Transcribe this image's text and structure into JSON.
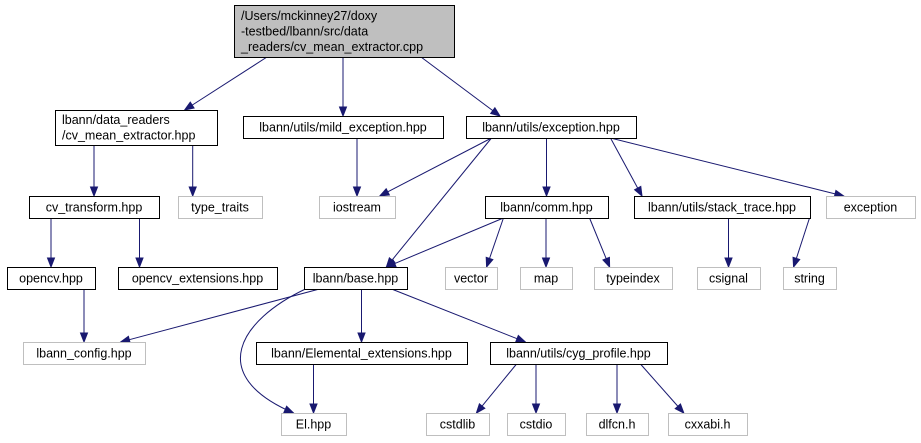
{
  "diagram": {
    "nodes": [
      {
        "id": "root",
        "kind": "root",
        "lines": [
          "/Users/mckinney27/doxy",
          "-testbed/lbann/src/data",
          "_readers/cv_mean_extractor.cpp"
        ]
      },
      {
        "id": "cvme_hpp",
        "kind": "local",
        "lines": [
          "lbann/data_readers",
          "/cv_mean_extractor.hpp"
        ]
      },
      {
        "id": "mild_exc",
        "kind": "local",
        "lines": [
          "lbann/utils/mild_exception.hpp"
        ]
      },
      {
        "id": "exc_hpp",
        "kind": "local",
        "lines": [
          "lbann/utils/exception.hpp"
        ]
      },
      {
        "id": "cv_transform",
        "kind": "local",
        "lines": [
          "cv_transform.hpp"
        ]
      },
      {
        "id": "type_traits",
        "kind": "ext",
        "lines": [
          "type_traits"
        ]
      },
      {
        "id": "iostream",
        "kind": "ext",
        "lines": [
          "iostream"
        ]
      },
      {
        "id": "comm_hpp",
        "kind": "local",
        "lines": [
          "lbann/comm.hpp"
        ]
      },
      {
        "id": "stack_trace",
        "kind": "local",
        "lines": [
          "lbann/utils/stack_trace.hpp"
        ]
      },
      {
        "id": "exception",
        "kind": "ext",
        "lines": [
          "exception"
        ]
      },
      {
        "id": "opencv",
        "kind": "local",
        "lines": [
          "opencv.hpp"
        ]
      },
      {
        "id": "opencv_ext",
        "kind": "local",
        "lines": [
          "opencv_extensions.hpp"
        ]
      },
      {
        "id": "base_hpp",
        "kind": "local",
        "lines": [
          "lbann/base.hpp"
        ]
      },
      {
        "id": "vector",
        "kind": "ext",
        "lines": [
          "vector"
        ]
      },
      {
        "id": "map",
        "kind": "ext",
        "lines": [
          "map"
        ]
      },
      {
        "id": "typeindex",
        "kind": "ext",
        "lines": [
          "typeindex"
        ]
      },
      {
        "id": "csignal",
        "kind": "ext",
        "lines": [
          "csignal"
        ]
      },
      {
        "id": "string",
        "kind": "ext",
        "lines": [
          "string"
        ]
      },
      {
        "id": "lbann_config",
        "kind": "ext",
        "lines": [
          "lbann_config.hpp"
        ]
      },
      {
        "id": "el_ext",
        "kind": "local",
        "lines": [
          "lbann/Elemental_extensions.hpp"
        ]
      },
      {
        "id": "cyg_profile",
        "kind": "local",
        "lines": [
          "lbann/utils/cyg_profile.hpp"
        ]
      },
      {
        "id": "el_hpp",
        "kind": "ext",
        "lines": [
          "El.hpp"
        ]
      },
      {
        "id": "cstdlib",
        "kind": "ext",
        "lines": [
          "cstdlib"
        ]
      },
      {
        "id": "cstdio",
        "kind": "ext",
        "lines": [
          "cstdio"
        ]
      },
      {
        "id": "dlfcn",
        "kind": "ext",
        "lines": [
          "dlfcn.h"
        ]
      },
      {
        "id": "cxxabi",
        "kind": "ext",
        "lines": [
          "cxxabi.h"
        ]
      }
    ],
    "edges": [
      [
        "root",
        "cvme_hpp"
      ],
      [
        "root",
        "mild_exc"
      ],
      [
        "root",
        "exc_hpp"
      ],
      [
        "cvme_hpp",
        "cv_transform"
      ],
      [
        "cvme_hpp",
        "type_traits"
      ],
      [
        "mild_exc",
        "iostream"
      ],
      [
        "exc_hpp",
        "iostream"
      ],
      [
        "exc_hpp",
        "comm_hpp"
      ],
      [
        "exc_hpp",
        "stack_trace"
      ],
      [
        "exc_hpp",
        "exception"
      ],
      [
        "exc_hpp",
        "base_hpp"
      ],
      [
        "cv_transform",
        "opencv"
      ],
      [
        "cv_transform",
        "opencv_ext"
      ],
      [
        "comm_hpp",
        "base_hpp"
      ],
      [
        "comm_hpp",
        "vector"
      ],
      [
        "comm_hpp",
        "map"
      ],
      [
        "comm_hpp",
        "typeindex"
      ],
      [
        "stack_trace",
        "csignal"
      ],
      [
        "stack_trace",
        "string"
      ],
      [
        "opencv",
        "lbann_config"
      ],
      [
        "base_hpp",
        "lbann_config"
      ],
      [
        "base_hpp",
        "el_ext"
      ],
      [
        "base_hpp",
        "cyg_profile"
      ],
      [
        "base_hpp",
        "el_hpp"
      ],
      [
        "el_ext",
        "el_hpp"
      ],
      [
        "cyg_profile",
        "cstdlib"
      ],
      [
        "cyg_profile",
        "cstdio"
      ],
      [
        "cyg_profile",
        "dlfcn"
      ],
      [
        "cyg_profile",
        "cxxabi"
      ]
    ]
  }
}
